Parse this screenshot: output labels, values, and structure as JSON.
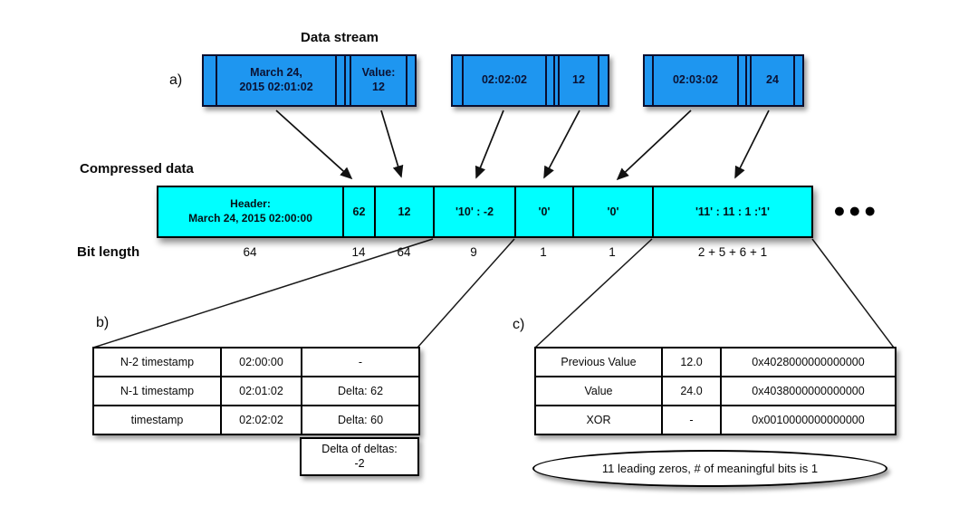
{
  "title": "Data stream",
  "labels": {
    "a": "a)",
    "b": "b)",
    "c": "c)",
    "compressed": "Compressed data",
    "bit_length": "Bit length",
    "ellipsis_dots": "●●●"
  },
  "stream_boxes": [
    {
      "timestamp_line1": "March 24,",
      "timestamp_line2": "2015 02:01:02",
      "value_line1": "Value:",
      "value_line2": "12"
    },
    {
      "timestamp_line1": "02:02:02",
      "value_line1": "12"
    },
    {
      "timestamp_line1": "02:03:02",
      "value_line1": "24"
    }
  ],
  "compressed_segments": [
    {
      "line1": "Header:",
      "line2": "March 24, 2015 02:00:00",
      "bits": "64"
    },
    {
      "text": "62",
      "bits": "14"
    },
    {
      "text": "12",
      "bits": "64"
    },
    {
      "text": "'10' : -2",
      "bits": "9"
    },
    {
      "text": "'0'",
      "bits": "1"
    },
    {
      "text": "'0'",
      "bits": "1"
    },
    {
      "text": "'11' : 11 : 1 :'1'",
      "bits": "2 + 5 + 6 + 1"
    }
  ],
  "table_b": {
    "rows": [
      [
        "N-2 timestamp",
        "02:00:00",
        "-"
      ],
      [
        "N-1 timestamp",
        "02:01:02",
        "Delta: 62"
      ],
      [
        "timestamp",
        "02:02:02",
        "Delta: 60"
      ]
    ],
    "extra_line1": "Delta of deltas:",
    "extra_line2": "-2"
  },
  "table_c": {
    "rows": [
      [
        "Previous Value",
        "12.0",
        "0x4028000000000000"
      ],
      [
        "Value",
        "24.0",
        "0x4038000000000000"
      ],
      [
        "XOR",
        "-",
        "0x0010000000000000"
      ]
    ],
    "note": "11 leading zeros, # of meaningful bits is 1"
  },
  "colors": {
    "stream_fill": "#1E96F0",
    "compressed_fill": "#00FFFF",
    "border": "#000000"
  }
}
